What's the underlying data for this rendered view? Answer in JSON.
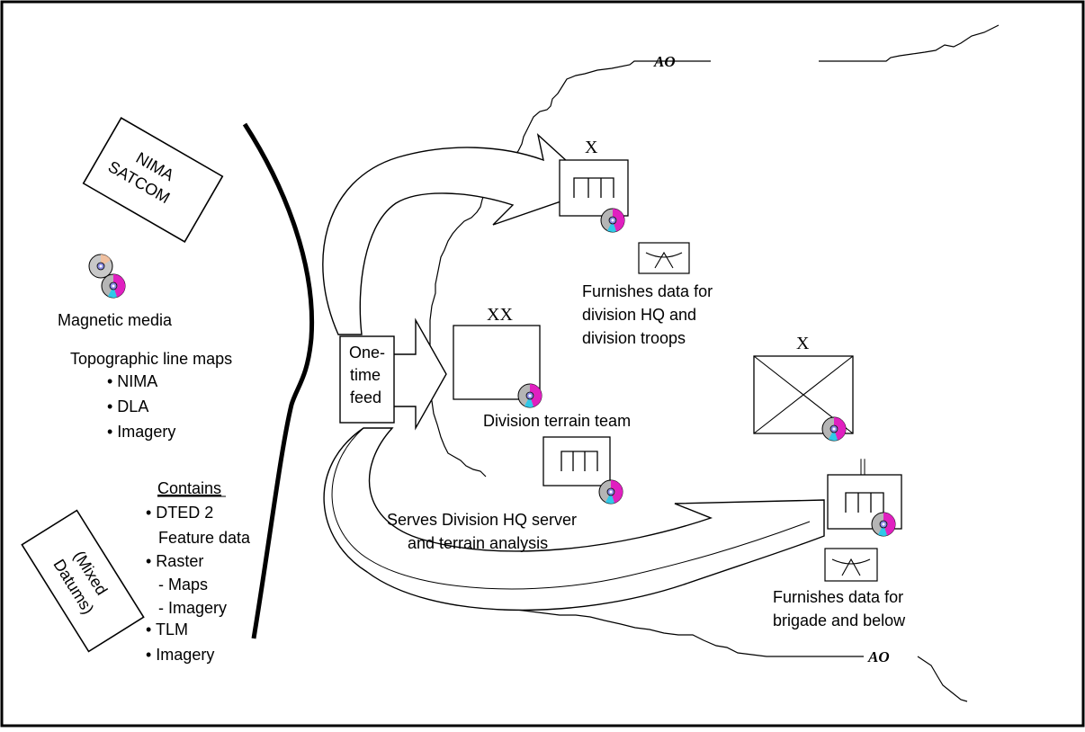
{
  "boundary": {
    "top_label": "AO",
    "bottom_label": "AO"
  },
  "sources": {
    "satcom_box": {
      "line1": "NIMA",
      "line2": "SATCOM"
    },
    "magnetic_media": "Magnetic media",
    "topographic": {
      "title": "Topographic line maps",
      "items": [
        "• NIMA",
        "• DLA",
        "• Imagery"
      ]
    },
    "datums_box": {
      "line1": "(Mixed",
      "line2": "Datums)"
    },
    "contains": {
      "title": "Contains",
      "items": [
        "• DTED 2",
        "Feature data",
        "• Raster",
        "- Maps",
        "- Imagery",
        "• TLM",
        "• Imagery"
      ]
    }
  },
  "feed": {
    "line1": "One-",
    "line2": "time",
    "line3": "feed"
  },
  "units": {
    "brigade_top": {
      "echelon": "X"
    },
    "division": {
      "echelon": "XX",
      "label": "Division terrain team"
    },
    "brigade_right": {
      "echelon": "X"
    },
    "battalion": {
      "echelon": "||"
    }
  },
  "annotations": {
    "division_troops": {
      "line1": "Furnishes data for",
      "line2": "division HQ and",
      "line3": "division troops"
    },
    "serves": {
      "line1": "Serves Division HQ server",
      "line2": "and terrain analysis"
    },
    "brigade_below": {
      "line1": "Furnishes data for",
      "line2": "brigade and below"
    }
  },
  "colors": {
    "disc_gray": "#aaaaaa",
    "disc_magenta": "#e020c0",
    "disc_cyan": "#30c8e8",
    "disc_purple": "#8888e0"
  }
}
